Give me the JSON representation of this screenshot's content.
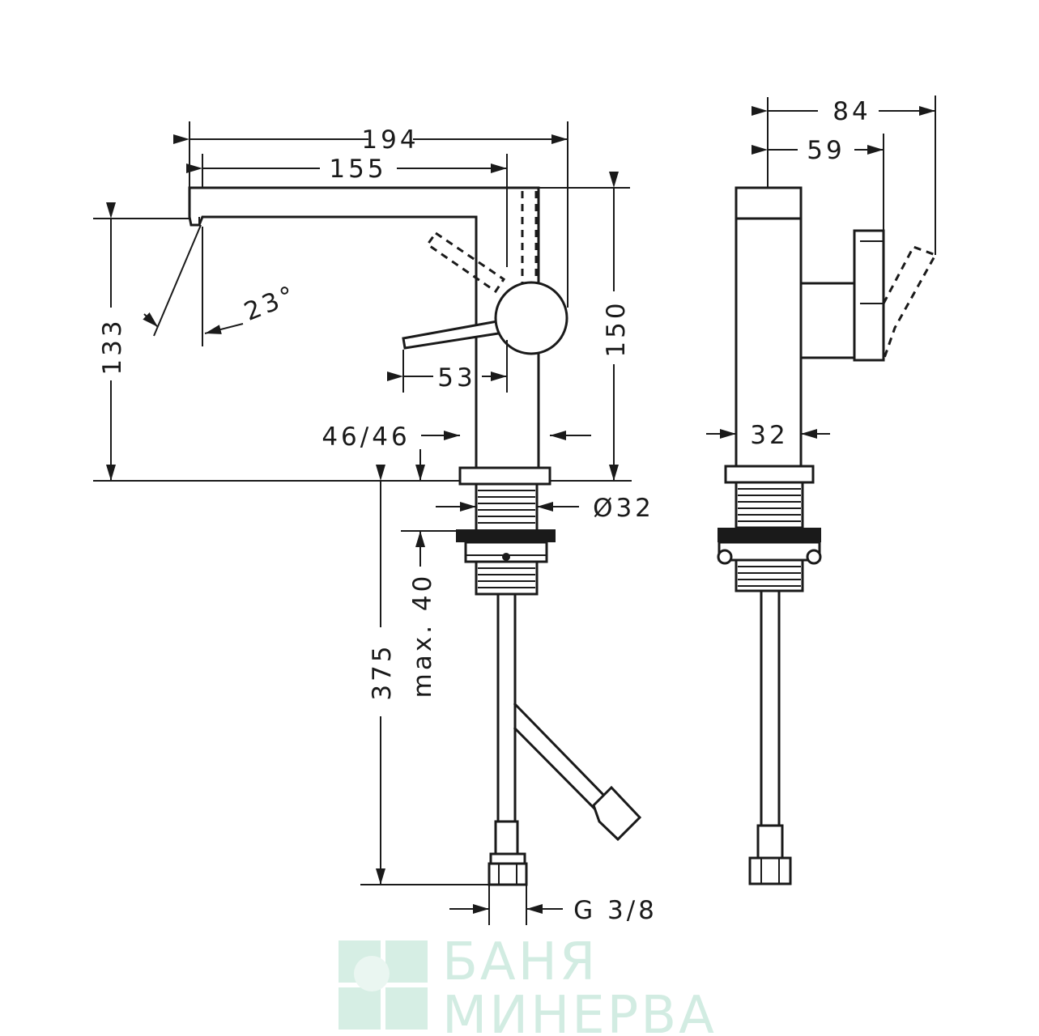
{
  "dimensions": {
    "total_width": "194",
    "spout_reach": "155",
    "spout_height": "133",
    "spout_angle": "23°",
    "total_height": "150",
    "handle_length": "53",
    "body_diameter": "46/46",
    "thread_diameter": "Ø32",
    "max_thickness": "max. 40",
    "hose_length": "375",
    "connection": "G 3/8",
    "side_depth": "84",
    "side_body_to_handle": "59",
    "side_body_width": "32"
  },
  "watermark": {
    "line1": "БАНЯ",
    "line2": "МИНЕРВА"
  },
  "colors": {
    "line": "#1a1a1a",
    "watermark": "#d2ece2"
  }
}
